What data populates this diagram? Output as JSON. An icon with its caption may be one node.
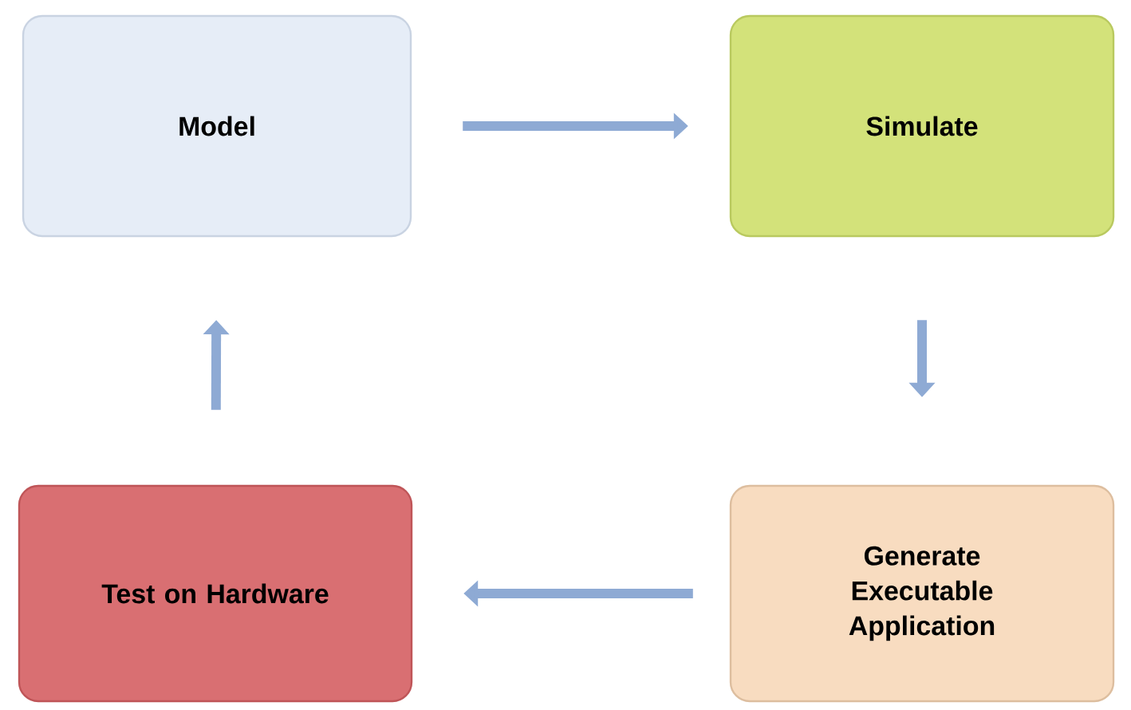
{
  "diagram": {
    "nodes": [
      {
        "text": [
          "Model"
        ]
      },
      {
        "text": [
          "Simulate"
        ]
      },
      {
        "text": [
          "Test on Hardware"
        ]
      },
      {
        "text": [
          "Generate Executable Application"
        ]
      }
    ],
    "edges": [
      {
        "from": 0,
        "to": 1,
        "arrow": "to"
      },
      {
        "from": 1,
        "to": 3,
        "arrow": "to"
      },
      {
        "from": 3,
        "to": 2,
        "arrow": "to"
      },
      {
        "from": 2,
        "to": 0,
        "arrow": "to"
      }
    ]
  }
}
